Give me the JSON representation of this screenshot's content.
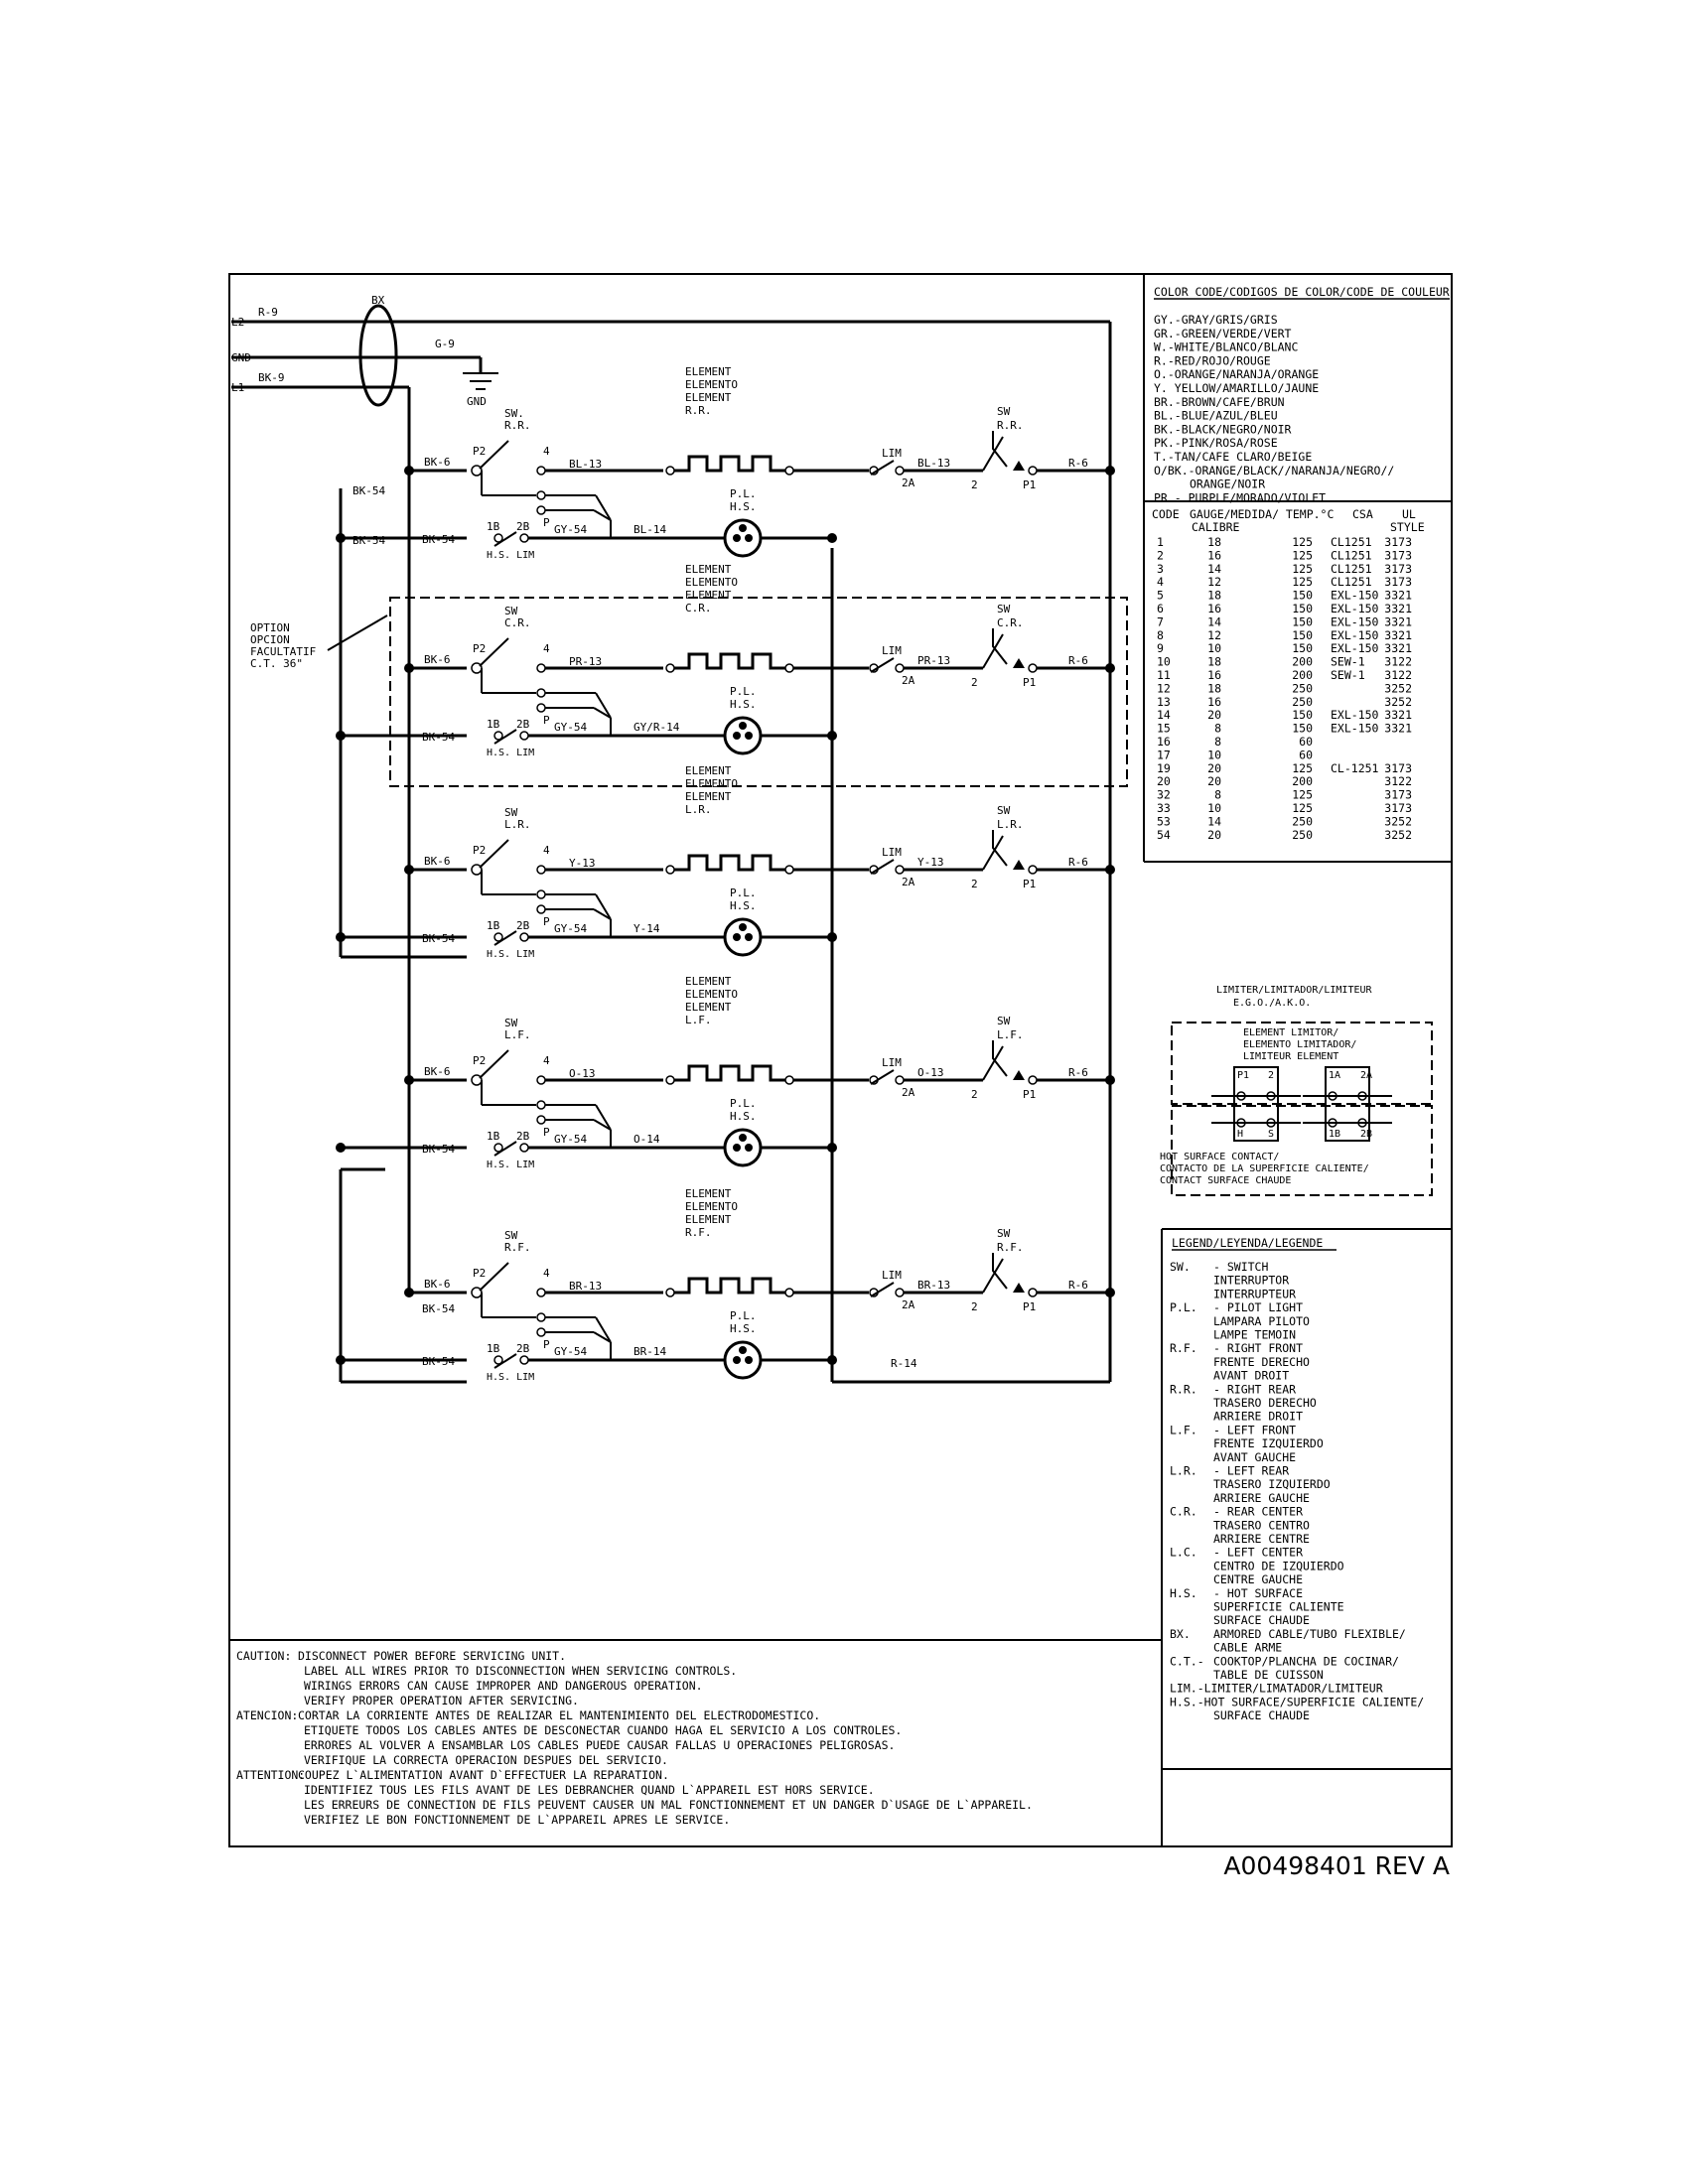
{
  "supply": {
    "l2": "L2",
    "gnd": "GND",
    "l1": "L1",
    "r9": "R-9",
    "g9": "G-9",
    "bk9": "BK-9",
    "bx": "BX",
    "gnd_symbol": "GND"
  },
  "option_note": [
    "OPTION",
    "OPCION",
    "FACULTATIF",
    "C.T. 36\""
  ],
  "common": {
    "sw": "SW.",
    "sw_alt": "SW",
    "p2": "P2",
    "t4": "4",
    "tp": "P",
    "t1b": "1B",
    "t2b": "2B",
    "hslim": "H.S. LIM",
    "lim": "LIM",
    "t2a": "2A",
    "t2": "2",
    "p1": "P1",
    "r6": "R-6",
    "bk6": "BK-6",
    "bk54": "BK-54",
    "gy54": "GY-54",
    "element": [
      "ELEMENT",
      "ELEMENTO",
      "ELEMENT"
    ],
    "pl": [
      "P.L.",
      "H.S."
    ]
  },
  "circuits": [
    {
      "pos": "R.R.",
      "main": "BL-13",
      "lamp": "BL-14"
    },
    {
      "pos": "C.R.",
      "main": "PR-13",
      "lamp": "GY/R-14"
    },
    {
      "pos": "L.R.",
      "main": "Y-13",
      "lamp": "Y-14"
    },
    {
      "pos": "L.F.",
      "main": "O-13",
      "lamp": "O-14"
    },
    {
      "pos": "R.F.",
      "main": "BR-13",
      "lamp": "BR-14"
    }
  ],
  "r14": "R-14",
  "color_code": {
    "title": "COLOR CODE/CODIGOS DE COLOR/CODE DE COULEUR",
    "items": [
      "GY.-GRAY/GRIS/GRIS",
      "GR.-GREEN/VERDE/VERT",
      "W.-WHITE/BLANCO/BLANC",
      "R.-RED/ROJO/ROUGE",
      "O.-ORANGE/NARANJA/ORANGE",
      "Y. YELLOW/AMARILLO/JAUNE",
      "BR.-BROWN/CAFE/BRUN",
      "BL.-BLUE/AZUL/BLEU",
      "BK.-BLACK/NEGRO/NOIR",
      "PK.-PINK/ROSA/ROSE",
      "T.-TAN/CAFE CLARO/BEIGE",
      "O/BK.-ORANGE/BLACK//NARANJA/NEGRO//",
      "ORANGE/NOIR",
      "PR - PURPLE/MORADO/VIOLET"
    ]
  },
  "gauge_table": {
    "headers": [
      "CODE",
      "GAUGE/MEDIDA/ TEMP.°C",
      "CSA",
      "UL"
    ],
    "headers2": [
      "CALIBRE",
      "STYLE"
    ],
    "rows": [
      [
        "1",
        "18",
        "125",
        "CL1251",
        "3173"
      ],
      [
        "2",
        "16",
        "125",
        "CL1251",
        "3173"
      ],
      [
        "3",
        "14",
        "125",
        "CL1251",
        "3173"
      ],
      [
        "4",
        "12",
        "125",
        "CL1251",
        "3173"
      ],
      [
        "5",
        "18",
        "150",
        "EXL-150",
        "3321"
      ],
      [
        "6",
        "16",
        "150",
        "EXL-150",
        "3321"
      ],
      [
        "7",
        "14",
        "150",
        "EXL-150",
        "3321"
      ],
      [
        "8",
        "12",
        "150",
        "EXL-150",
        "3321"
      ],
      [
        "9",
        "10",
        "150",
        "EXL-150",
        "3321"
      ],
      [
        "10",
        "18",
        "200",
        "SEW-1",
        "3122"
      ],
      [
        "11",
        "16",
        "200",
        "SEW-1",
        "3122"
      ],
      [
        "12",
        "18",
        "250",
        "",
        "3252"
      ],
      [
        "13",
        "16",
        "250",
        "",
        "3252"
      ],
      [
        "14",
        "20",
        "150",
        "EXL-150",
        "3321"
      ],
      [
        "15",
        "8",
        "150",
        "EXL-150",
        "3321"
      ],
      [
        "16",
        "8",
        "60",
        "",
        ""
      ],
      [
        "17",
        "10",
        "60",
        "",
        ""
      ],
      [
        "19",
        "20",
        "125",
        "CL-1251",
        "3173"
      ],
      [
        "20",
        "20",
        "200",
        "",
        "3122"
      ],
      [
        "32",
        "8",
        "125",
        "",
        "3173"
      ],
      [
        "33",
        "10",
        "125",
        "",
        "3173"
      ],
      [
        "53",
        "14",
        "250",
        "",
        "3252"
      ],
      [
        "54",
        "20",
        "250",
        "",
        "3252"
      ]
    ]
  },
  "limiter": {
    "title": [
      "LIMITER/LIMITADOR/LIMITEUR",
      "E.G.O./A.K.O."
    ],
    "element_limiter": [
      "ELEMENT LIMITOR/",
      "ELEMENTO LIMITADOR/",
      "LIMITEUR ELEMENT"
    ],
    "hot_surface": [
      "HOT SURFACE CONTACT/",
      "CONTACTO DE LA SUPERFICIE CALIENTE/",
      "CONTACT SURFACE CHAUDE"
    ],
    "terms": {
      "p1": "P1",
      "t2": "2",
      "t1a": "1A",
      "t2a": "2A",
      "h": "H",
      "s": "S",
      "t1b": "1B",
      "t2b": "2B"
    }
  },
  "legend": {
    "title": "LEGEND/LEYENDA/LEGENDE",
    "lines": [
      [
        "SW.",
        "- SWITCH"
      ],
      [
        "",
        "INTERRUPTOR"
      ],
      [
        "",
        "INTERRUPTEUR"
      ],
      [
        "P.L.",
        "- PILOT LIGHT"
      ],
      [
        "",
        "LAMPARA PILOTO"
      ],
      [
        "",
        "LAMPE TEMOIN"
      ],
      [
        "R.F.",
        "- RIGHT FRONT"
      ],
      [
        "",
        "FRENTE DERECHO"
      ],
      [
        "",
        "AVANT DROIT"
      ],
      [
        "R.R.",
        "- RIGHT REAR"
      ],
      [
        "",
        "TRASERO DERECHO"
      ],
      [
        "",
        "ARRIERE DROIT"
      ],
      [
        "L.F.",
        "- LEFT FRONT"
      ],
      [
        "",
        "FRENTE IZQUIERDO"
      ],
      [
        "",
        "AVANT GAUCHE"
      ],
      [
        "L.R.",
        "- LEFT REAR"
      ],
      [
        "",
        "TRASERO IZQUIERDO"
      ],
      [
        "",
        "ARRIERE GAUCHE"
      ],
      [
        "C.R.",
        "- REAR CENTER"
      ],
      [
        "",
        "TRASERO CENTRO"
      ],
      [
        "",
        "ARRIERE CENTRE"
      ],
      [
        "L.C.",
        "- LEFT CENTER"
      ],
      [
        "",
        "CENTRO DE IZQUIERDO"
      ],
      [
        "",
        "CENTRE GAUCHE"
      ],
      [
        "H.S.",
        "- HOT SURFACE"
      ],
      [
        "",
        "SUPERFICIE CALIENTE"
      ],
      [
        "",
        "SURFACE CHAUDE"
      ],
      [
        "BX.",
        "ARMORED CABLE/TUBO FLEXIBLE/"
      ],
      [
        "",
        "CABLE ARME"
      ],
      [
        "C.T.-",
        "COOKTOP/PLANCHA DE COCINAR/"
      ],
      [
        "",
        "TABLE DE CUISSON"
      ],
      [
        "LIM.-LIMITER/LIMATADOR/LIMITEUR",
        ""
      ],
      [
        "H.S.-HOT SURFACE/SUPERFICIE CALIENTE/",
        ""
      ],
      [
        "",
        "SURFACE CHAUDE"
      ]
    ]
  },
  "caution": [
    {
      "head": "CAUTION:",
      "lines": [
        "DISCONNECT POWER BEFORE SERVICING UNIT.",
        "LABEL ALL WIRES PRIOR TO DISCONNECTION WHEN SERVICING CONTROLS.",
        "WIRINGS ERRORS CAN CAUSE IMPROPER AND DANGEROUS OPERATION.",
        "VERIFY PROPER OPERATION AFTER SERVICING."
      ]
    },
    {
      "head": "ATENCION:",
      "lines": [
        "CORTAR LA CORRIENTE ANTES DE REALIZAR EL MANTENIMIENTO DEL ELECTRODOMESTICO.",
        "ETIQUETE TODOS LOS CABLES ANTES DE DESCONECTAR CUANDO HAGA EL SERVICIO A LOS CONTROLES.",
        "ERRORES AL VOLVER A ENSAMBLAR LOS CABLES PUEDE CAUSAR FALLAS U OPERACIONES PELIGROSAS.",
        "VERIFIQUE LA CORRECTA OPERACION DESPUES DEL SERVICIO."
      ]
    },
    {
      "head": "ATTENTION:",
      "lines": [
        "COUPEZ L`ALIMENTATION AVANT D`EFFECTUER LA REPARATION.",
        "IDENTIFIEZ TOUS LES FILS AVANT DE LES DEBRANCHER QUAND L`APPAREIL EST HORS SERVICE.",
        "LES ERREURS DE CONNECTION DE FILS PEUVENT CAUSER UN MAL FONCTIONNEMENT ET UN DANGER D`USAGE DE L`APPAREIL.",
        "VERIFIEZ LE BON FONCTIONNEMENT DE L`APPAREIL APRES LE SERVICE."
      ]
    }
  ],
  "doc_number": "A00498401  REV  A"
}
